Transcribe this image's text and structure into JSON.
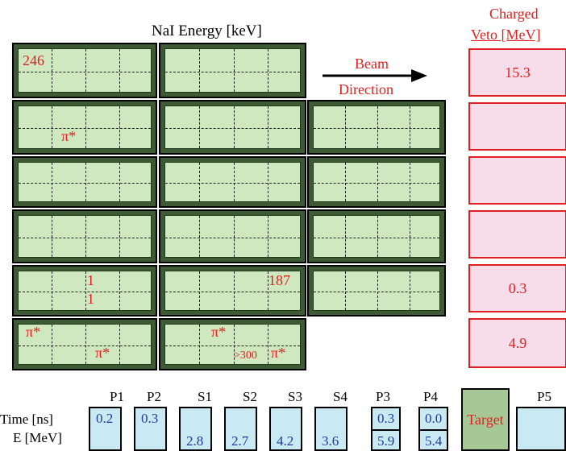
{
  "nai": {
    "title": "NaI Energy [keV]",
    "labels": {
      "c11_energy": "246",
      "c21_pion": "π*",
      "c51_a": "1",
      "c51_b": "1",
      "c52_energy": "187",
      "c61_pion_a": "π*",
      "c61_pion_b": "π*",
      "c62_pion_a": "π*",
      "c62_over": ">300",
      "c62_pion_b": "π*"
    }
  },
  "beam": {
    "label_line1": "Beam",
    "label_line2": "Direction"
  },
  "veto": {
    "title_line1": "Charged",
    "title_line2": "Veto [MeV]",
    "values": [
      "15.3",
      "",
      "",
      "",
      "0.3",
      "4.9"
    ]
  },
  "scint": {
    "time_label": "Time [ns]",
    "energy_label": "E [MeV]",
    "names": [
      "P1",
      "P2",
      "S1",
      "S2",
      "S3",
      "S4",
      "P3",
      "P4",
      "P5"
    ],
    "paddles": [
      {
        "name": "P1",
        "time": "0.2",
        "energy": ""
      },
      {
        "name": "P2",
        "time": "0.3",
        "energy": ""
      },
      {
        "name": "S1",
        "time": "",
        "energy": "2.8"
      },
      {
        "name": "S2",
        "time": "",
        "energy": "2.7"
      },
      {
        "name": "S3",
        "time": "",
        "energy": "4.2"
      },
      {
        "name": "S4",
        "time": "",
        "energy": "3.6"
      },
      {
        "name": "P3",
        "time": "0.3",
        "energy": "5.9"
      },
      {
        "name": "P4",
        "time": "0.0",
        "energy": "5.4"
      },
      {
        "name": "P5",
        "time": "",
        "energy": ""
      }
    ],
    "target_label": "Target"
  }
}
